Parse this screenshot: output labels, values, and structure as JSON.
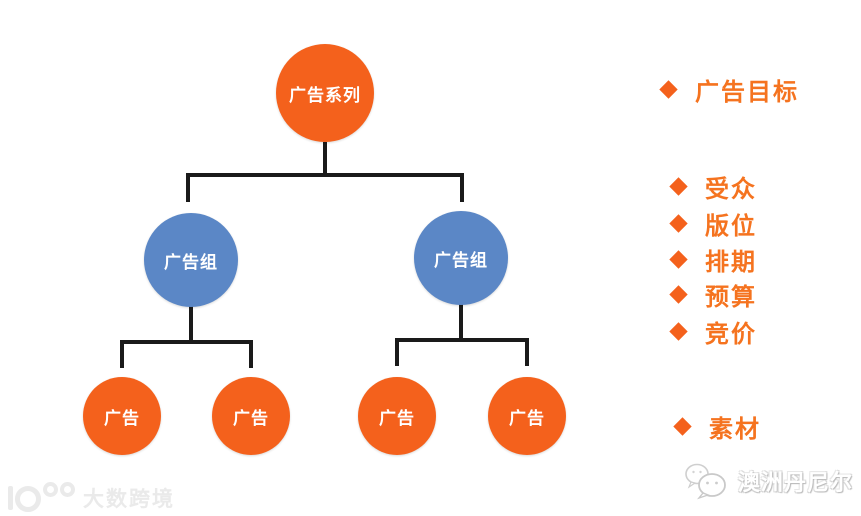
{
  "colors": {
    "orange": "#F4611C",
    "blue": "#5B87C6",
    "bullet-text": "#F5731F",
    "line": "#1A1A1A",
    "watermark-gray": "#EAEAEA"
  },
  "chart_data": {
    "type": "table",
    "title": "",
    "structure": "org-chart",
    "levels": [
      {
        "level": 1,
        "nodes": [
          "广告系列"
        ],
        "color": "#F4611C"
      },
      {
        "level": 2,
        "nodes": [
          "广告组",
          "广告组"
        ],
        "color": "#5B87C6"
      },
      {
        "level": 3,
        "nodes": [
          "广告",
          "广告",
          "广告",
          "广告"
        ],
        "color": "#F4611C"
      }
    ],
    "edges": [
      [
        "广告系列",
        "广告组-1"
      ],
      [
        "广告系列",
        "广告组-2"
      ],
      [
        "广告组-1",
        "广告-1"
      ],
      [
        "广告组-1",
        "广告-2"
      ],
      [
        "广告组-2",
        "广告-3"
      ],
      [
        "广告组-2",
        "广告-4"
      ]
    ]
  },
  "diagram": {
    "campaign": {
      "label": "广告系列"
    },
    "adsets": [
      {
        "label": "广告组"
      },
      {
        "label": "广告组"
      }
    ],
    "ads": [
      {
        "label": "广告"
      },
      {
        "label": "广告"
      },
      {
        "label": "广告"
      },
      {
        "label": "广告"
      }
    ]
  },
  "legend": {
    "campaign_items": [
      {
        "label": "广告目标"
      }
    ],
    "adset_items": [
      {
        "label": "受众"
      },
      {
        "label": "版位"
      },
      {
        "label": "排期"
      },
      {
        "label": "预算"
      },
      {
        "label": "竞价"
      }
    ],
    "ad_items": [
      {
        "label": "素材"
      }
    ]
  },
  "watermarks": {
    "left_brand": "大数跨境",
    "right_brand": "澳洲丹尼尔"
  }
}
